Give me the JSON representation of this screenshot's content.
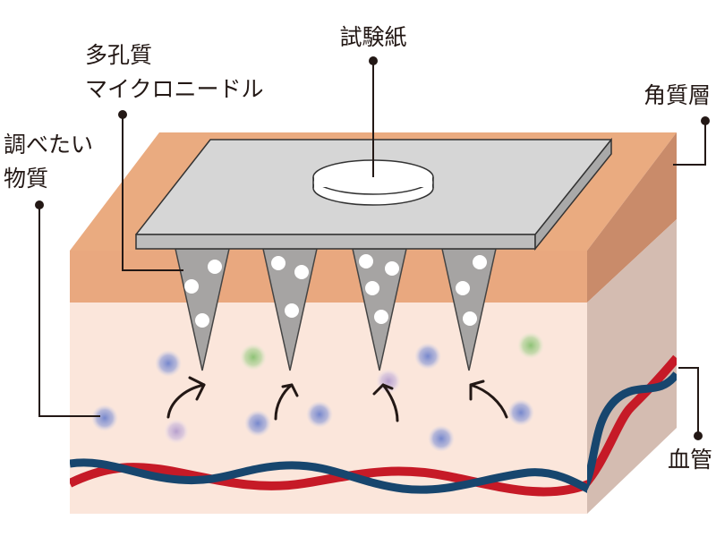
{
  "labels": {
    "test_paper": "試験紙",
    "needle_line1": "多孔質",
    "needle_line2": "マイクロニードル",
    "stratum_corneum": "角質層",
    "target_line1": "調べたい",
    "target_line2": "物質",
    "blood_vessel": "血管"
  },
  "colors": {
    "stratum_top": "#e7aa80",
    "stratum_right": "#c98b6a",
    "dermis_front": "#fbe6db",
    "dermis_right": "#d4bcb1",
    "slide_top": "#d6d6d6",
    "slide_side": "#b3b3b3",
    "needle": "#a6a4a3",
    "artery": "#c61a27",
    "vein": "#17466e",
    "molecule_blue": "#7c8fd2",
    "molecule_green": "#94c77e",
    "molecule_purple": "#b9a3cf",
    "leader": "#231815"
  }
}
